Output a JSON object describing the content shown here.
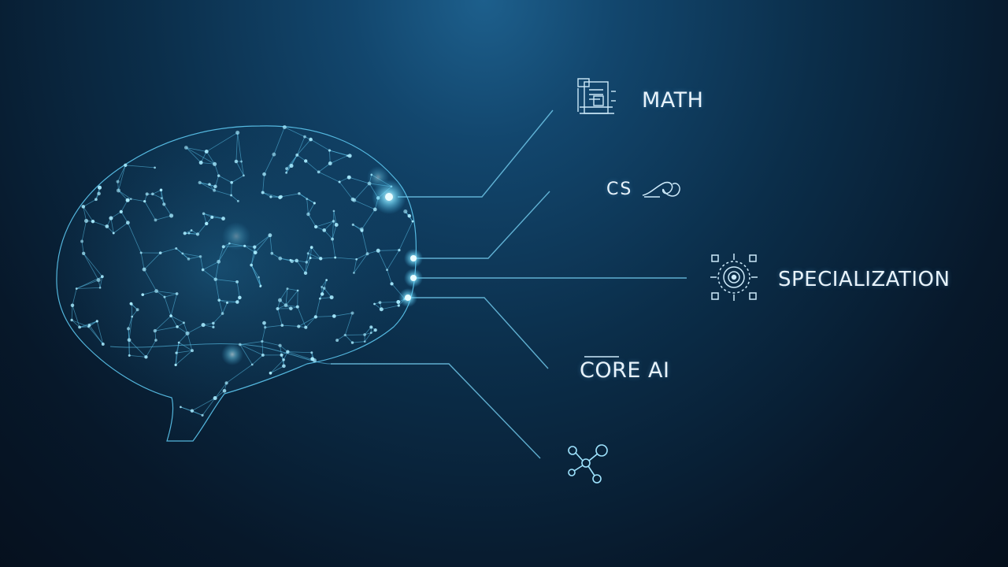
{
  "nodes": [
    {
      "label": "MATH",
      "icon": "document-machine-icon"
    },
    {
      "label": "CS",
      "icon": "swirl-icon"
    },
    {
      "label": "SPECIALIZATION",
      "icon": "target-gear-icon"
    },
    {
      "label": "CORE AI",
      "icon": "core-ai-icon"
    },
    {
      "label": "",
      "icon": "molecule-icon"
    }
  ],
  "colors": {
    "background": "#07182a",
    "line": "#6fc6e8",
    "glow": "#8fe6ff",
    "text": "#e8f3fb"
  }
}
